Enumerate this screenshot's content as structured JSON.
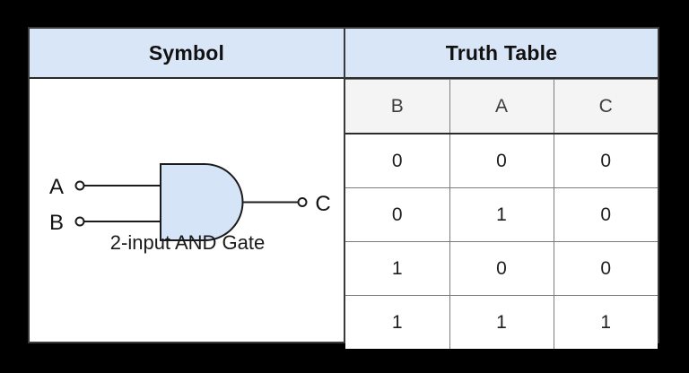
{
  "figure": {
    "background_color": "#000000",
    "card_background": "#ffffff",
    "accent_color": "#d9e6f7",
    "border_color": "#3a3a3a",
    "subheader_color": "#f4f4f4"
  },
  "panes": {
    "symbol": {
      "header": "Symbol",
      "caption": "2-input AND Gate",
      "gate": {
        "type": "AND",
        "fill_color": "#d6e4f7",
        "stroke_color": "#1b1b1b",
        "input_labels": [
          "A",
          "B"
        ],
        "output_label": "C"
      }
    },
    "truth_table": {
      "header": "Truth Table",
      "columns": [
        "B",
        "A",
        "C"
      ],
      "rows": [
        [
          "0",
          "0",
          "0"
        ],
        [
          "0",
          "1",
          "0"
        ],
        [
          "1",
          "0",
          "0"
        ],
        [
          "1",
          "1",
          "1"
        ]
      ]
    }
  },
  "chart_data": {
    "type": "table",
    "title": "2-input AND Gate",
    "columns": [
      "B",
      "A",
      "C"
    ],
    "rows": [
      [
        "0",
        "0",
        "0"
      ],
      [
        "0",
        "1",
        "0"
      ],
      [
        "1",
        "0",
        "0"
      ],
      [
        "1",
        "1",
        "1"
      ]
    ]
  }
}
